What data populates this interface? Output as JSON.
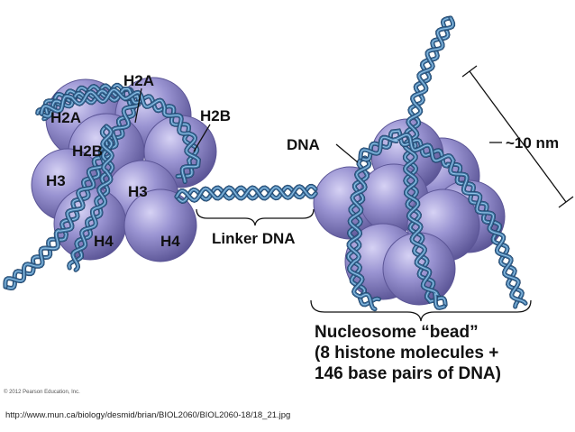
{
  "colors": {
    "histone_fill": "#8d86c9",
    "histone_light": "#c9c4ee",
    "histone_dark": "#5b5596",
    "dna_strand": "#3a6f9e",
    "dna_light": "#8fc0e4",
    "background": "#ffffff"
  },
  "labels": {
    "h2a_top": "H2A",
    "h2a_left": "H2A",
    "h2b_right": "H2B",
    "h2b_left": "H2B",
    "h3_left": "H3",
    "h3_center": "H3",
    "h4_left": "H4",
    "h4_right": "H4",
    "dna": "DNA",
    "linker_dna": "Linker DNA",
    "size": "~10 nm"
  },
  "caption": {
    "line1": "Nucleosome “bead”",
    "line2": "(8 histone molecules +",
    "line3": "146 base pairs of DNA)"
  },
  "copyright": "© 2012 Pearson Education, Inc.",
  "source_url": "http://www.mun.ca/biology/desmid/brian/BIOL2060/BIOL2060-18/18_21.jpg"
}
